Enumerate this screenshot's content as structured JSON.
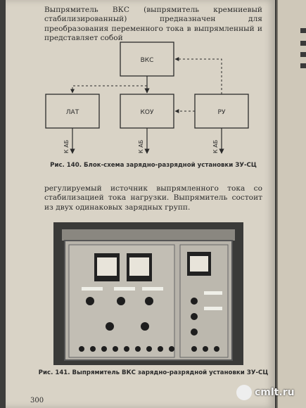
{
  "paragraph_top": "Выпрямитель ВКС (выпрямитель кремниевый стабилизированный) предназначен для преобразования переменного тока в выпрямленный и представляет собой",
  "diagram": {
    "blocks": {
      "vks": "ВКС",
      "lat": "ЛАТ",
      "kou": "КОУ",
      "ru": "РУ"
    },
    "outputs": [
      "К АБ",
      "К АБ",
      "К АБ"
    ]
  },
  "caption_fig140": "Рис. 140. Блок-схема зарядно-разрядной установки ЗУ-СЦ",
  "paragraph_bottom": "регулируемый источник выпрямленного тока со стабилизацией тока нагрузки. Выпрямитель состоит из двух одинаковых зарядных групп.",
  "caption_fig141": "Рис. 141. Выпрямитель ВКС зарядно-разрядной установки ЗУ-СЦ",
  "page_number": "300",
  "watermark": "cmlt.ru"
}
